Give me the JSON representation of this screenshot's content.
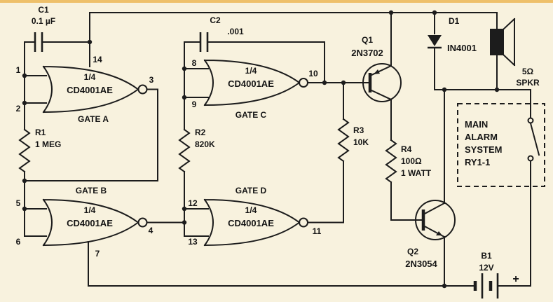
{
  "colors": {
    "background": "#f8f2de",
    "line": "#1c1c1c",
    "top_strip": "#eec06a"
  },
  "components": {
    "c1": {
      "ref": "C1",
      "value": "0.1 µF"
    },
    "c2": {
      "ref": "C2",
      "value": ".001"
    },
    "r1": {
      "ref": "R1",
      "value": "1 MEG"
    },
    "r2": {
      "ref": "R2",
      "value": "820K"
    },
    "r3": {
      "ref": "R3",
      "value": "10K"
    },
    "r4": {
      "ref": "R4",
      "value": "100Ω",
      "value2": "1 WATT"
    },
    "q1": {
      "ref": "Q1",
      "part": "2N3702"
    },
    "q2": {
      "ref": "Q2",
      "part": "2N3054"
    },
    "d1": {
      "ref": "D1",
      "part": "IN4001"
    },
    "spkr": {
      "value": "5Ω",
      "label": "SPKR"
    },
    "b1": {
      "ref": "B1",
      "value": "12V",
      "plus": "+"
    },
    "relay_box": {
      "line1": "MAIN",
      "line2": "ALARM",
      "line3": "SYSTEM",
      "line4": "RY1-1"
    }
  },
  "gates": {
    "a": {
      "fraction": "1/4",
      "part": "CD4001AE",
      "name": "GATE A",
      "pins": {
        "in1": "1",
        "in2": "2",
        "out": "3",
        "vdd": "14"
      }
    },
    "b": {
      "fraction": "1/4",
      "part": "CD4001AE",
      "name": "GATE B",
      "pins": {
        "in1": "5",
        "in2": "6",
        "out": "4",
        "vss": "7"
      }
    },
    "c": {
      "fraction": "1/4",
      "part": "CD4001AE",
      "name": "GATE C",
      "pins": {
        "in1": "8",
        "in2": "9",
        "out": "10"
      }
    },
    "d": {
      "fraction": "1/4",
      "part": "CD4001AE",
      "name": "GATE D",
      "pins": {
        "in1": "12",
        "in2": "13",
        "out": "11"
      }
    }
  }
}
